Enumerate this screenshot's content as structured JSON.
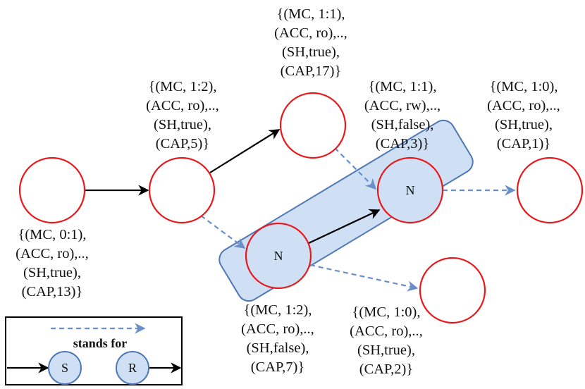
{
  "colors": {
    "node_stroke": "#e8191c",
    "region_fill": "#cfe0f5",
    "region_stroke": "#4f78b5",
    "dashed_edge": "#6a8ec8",
    "solid_edge": "#000000",
    "legend_node_fill": "#cfe0f5"
  },
  "nodes": {
    "n1": {
      "label": ""
    },
    "n2": {
      "label": ""
    },
    "n3": {
      "label": ""
    },
    "n4": {
      "label": "N"
    },
    "n5": {
      "label": "N"
    },
    "n6": {
      "label": ""
    },
    "n7": {
      "label": ""
    }
  },
  "annotations": {
    "n1": [
      "{(MC, 0:1),",
      "(ACC, ro),..,",
      "(SH,true),",
      "(CAP,13)}"
    ],
    "n2": [
      "{(MC, 1:2),",
      "(ACC, ro),..,",
      "(SH,true),",
      "(CAP,5)}"
    ],
    "n3": [
      "{(MC, 1:1),",
      "(ACC, ro),..,",
      "(SH,true),",
      "(CAP,17)}"
    ],
    "n4": [
      "{(MC, 1:1),",
      "(ACC, rw),..,",
      "(SH,false),",
      "(CAP,3)}"
    ],
    "n7": [
      "{(MC, 1:0),",
      "(ACC, ro),..,",
      "(SH,true),",
      "(CAP,1)}"
    ],
    "n5": [
      "{(MC, 1:2),",
      "(ACC, ro),..,",
      "(SH,false),",
      "(CAP,7)}"
    ],
    "n6": [
      "{(MC, 1:0),",
      "(ACC, ro),..,",
      "(SH,true),",
      "(CAP,2)}"
    ]
  },
  "legend": {
    "text": "stands for",
    "sender_label": "S",
    "receiver_label": "R"
  }
}
